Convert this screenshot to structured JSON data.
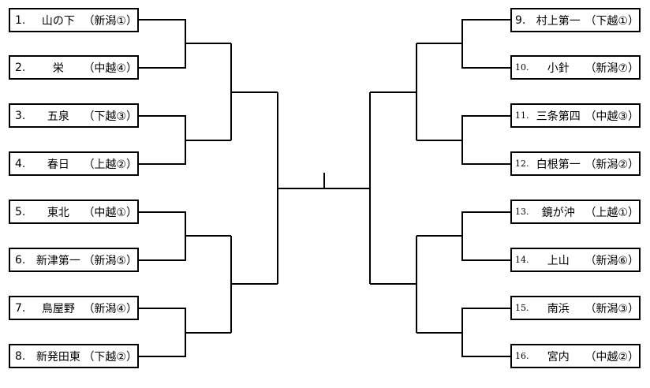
{
  "left_teams": [
    {
      "seed": "1.",
      "name": "山の下",
      "region": "（新潟①）"
    },
    {
      "seed": "2.",
      "name": "栄",
      "region": "（中越④）"
    },
    {
      "seed": "3.",
      "name": "五泉",
      "region": "（下越③）"
    },
    {
      "seed": "4.",
      "name": "春日",
      "region": "（上越②）"
    },
    {
      "seed": "5.",
      "name": "東北",
      "region": "（中越①）"
    },
    {
      "seed": "6.",
      "name": "新津第一",
      "region": "（新潟⑤）"
    },
    {
      "seed": "7.",
      "name": "鳥屋野",
      "region": "（新潟④）"
    },
    {
      "seed": "8.",
      "name": "新発田東",
      "region": "（下越②）"
    }
  ],
  "right_teams": [
    {
      "seed": "9.",
      "name": "村上第一",
      "region": "（下越①）"
    },
    {
      "seed": "10.",
      "name": "小針",
      "region": "（新潟⑦）"
    },
    {
      "seed": "11.",
      "name": "三条第四",
      "region": "（中越③）"
    },
    {
      "seed": "12.",
      "name": "白根第一",
      "region": "（新潟②）"
    },
    {
      "seed": "13.",
      "name": "鏡が沖",
      "region": "（上越①）"
    },
    {
      "seed": "14.",
      "name": "上山",
      "region": "（新潟⑥）"
    },
    {
      "seed": "15.",
      "name": "南浜",
      "region": "（新潟③）"
    },
    {
      "seed": "16.",
      "name": "宮内",
      "region": "（中越②）"
    }
  ]
}
